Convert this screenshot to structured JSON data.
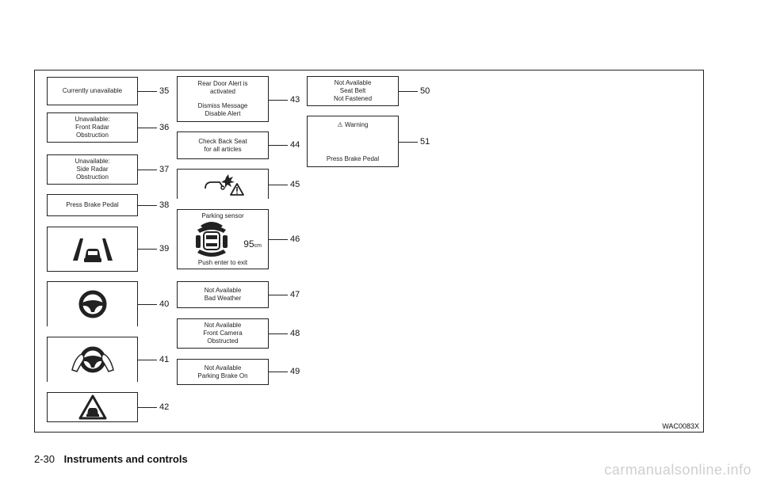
{
  "items": {
    "i35": {
      "num": "35",
      "lines": [
        "Currently unavailable"
      ]
    },
    "i36": {
      "num": "36",
      "lines": [
        "Unavailable:",
        "Front Radar",
        "Obstruction"
      ]
    },
    "i37": {
      "num": "37",
      "lines": [
        "Unavailable:",
        "Side Radar",
        "Obstruction"
      ]
    },
    "i38": {
      "num": "38",
      "lines": [
        "Press Brake Pedal"
      ]
    },
    "i39": {
      "num": "39",
      "icon": "lane-departure-car-icon"
    },
    "i40": {
      "num": "40",
      "icon": "steering-wheel-icon"
    },
    "i41": {
      "num": "41",
      "icon": "hands-on-steering-wheel-icon"
    },
    "i42": {
      "num": "42",
      "icon": "car-warning-triangle-icon"
    },
    "i43": {
      "num": "43",
      "lines": [
        "Rear Door Alert is",
        "activated"
      ],
      "lines2": [
        "Dismiss Message",
        "Disable Alert"
      ]
    },
    "i44": {
      "num": "44",
      "lines": [
        "Check Back Seat",
        "for all articles"
      ]
    },
    "i45": {
      "num": "45",
      "icon": "tailgate-impact-warning-icon"
    },
    "i46": {
      "num": "46",
      "title": "Parking sensor",
      "distance": "95",
      "unit": "cm",
      "footer": "Push enter to exit"
    },
    "i47": {
      "num": "47",
      "lines": [
        "Not Available",
        "Bad Weather"
      ]
    },
    "i48": {
      "num": "48",
      "lines": [
        "Not Available",
        "Front Camera",
        "Obstructed"
      ]
    },
    "i49": {
      "num": "49",
      "lines": [
        "Not Available",
        "Parking Brake On"
      ]
    },
    "i50": {
      "num": "50",
      "lines": [
        "Not Available",
        "Seat Belt",
        "Not Fastened"
      ]
    },
    "i51": {
      "num": "51",
      "header": "Warning",
      "footer": "Press Brake Pedal"
    }
  },
  "figure_code": "WAC0083X",
  "page_number": "2-30",
  "section_title": "Instruments and controls",
  "watermark": "carmanualsonline.info"
}
